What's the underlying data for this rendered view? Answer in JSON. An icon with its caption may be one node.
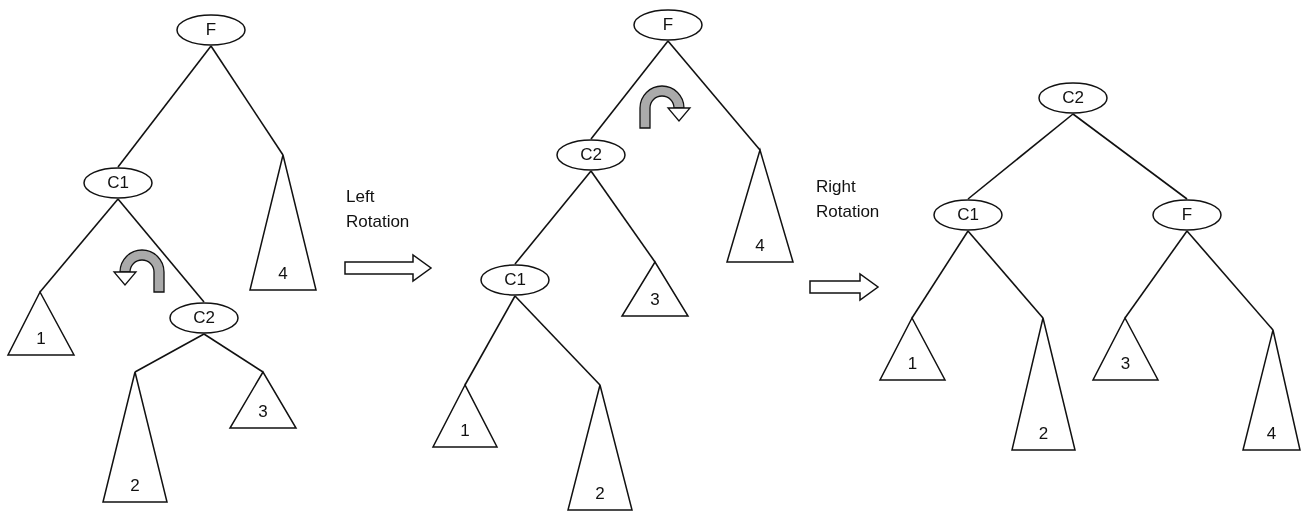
{
  "diagram": {
    "nodes": [
      {
        "text": [],
        "shape": "picture"
      },
      {
        "text": [
          "F"
        ],
        "in": 0
      },
      {
        "text": [
          "C1"
        ],
        "in": 0
      },
      {
        "text": [
          "4"
        ],
        "in": 0
      },
      {
        "text": [
          "1"
        ],
        "in": 0
      },
      {
        "text": [
          "C2"
        ],
        "in": 0
      },
      {
        "text": [
          "2"
        ],
        "in": 0
      },
      {
        "text": [
          "3"
        ],
        "in": 0
      },
      {
        "text": [],
        "shape": "picture"
      },
      {
        "text": [
          "F"
        ],
        "in": 8
      },
      {
        "text": [
          "C2"
        ],
        "in": 8
      },
      {
        "text": [
          "4"
        ],
        "in": 8
      },
      {
        "text": [
          "C1"
        ],
        "in": 8
      },
      {
        "text": [
          "3"
        ],
        "in": 8
      },
      {
        "text": [
          "1"
        ],
        "in": 8
      },
      {
        "text": [
          "2"
        ],
        "in": 8
      },
      {
        "text": [],
        "shape": "picture"
      },
      {
        "text": [
          "C2"
        ],
        "in": 16
      },
      {
        "text": [
          "C1"
        ],
        "in": 16
      },
      {
        "text": [
          "F"
        ],
        "in": 16
      },
      {
        "text": [
          "1"
        ],
        "in": 16
      },
      {
        "text": [
          "2"
        ],
        "in": 16
      },
      {
        "text": [
          "3"
        ],
        "in": 16
      },
      {
        "text": [
          "4"
        ],
        "in": 16
      }
    ],
    "edges": [
      {
        "from": 1,
        "to": 2,
        "arrow": "none"
      },
      {
        "from": 1,
        "to": 3,
        "arrow": "none"
      },
      {
        "from": 2,
        "to": 4,
        "arrow": "none"
      },
      {
        "from": 2,
        "to": 5,
        "arrow": "none"
      },
      {
        "from": 5,
        "to": 6,
        "arrow": "none"
      },
      {
        "from": 5,
        "to": 7,
        "arrow": "none"
      },
      {
        "from": 9,
        "to": 10,
        "arrow": "none"
      },
      {
        "from": 9,
        "to": 11,
        "arrow": "none"
      },
      {
        "from": 10,
        "to": 12,
        "arrow": "none"
      },
      {
        "from": 10,
        "to": 13,
        "arrow": "none"
      },
      {
        "from": 12,
        "to": 14,
        "arrow": "none"
      },
      {
        "from": 12,
        "to": 15,
        "arrow": "none"
      },
      {
        "from": 17,
        "to": 18,
        "arrow": "none"
      },
      {
        "from": 17,
        "to": 19,
        "arrow": "none"
      },
      {
        "from": 18,
        "to": 20,
        "arrow": "none"
      },
      {
        "from": 18,
        "to": 21,
        "arrow": "none"
      },
      {
        "from": 19,
        "to": 22,
        "arrow": "none"
      },
      {
        "from": 19,
        "to": 23,
        "arrow": "none"
      },
      {
        "from": 0,
        "to": 8,
        "arrow": "to",
        "label": "Left Rotation",
        "style": "thick"
      },
      {
        "from": 8,
        "to": 16,
        "arrow": "to",
        "label": "Right Rotation",
        "style": "thick"
      }
    ]
  }
}
